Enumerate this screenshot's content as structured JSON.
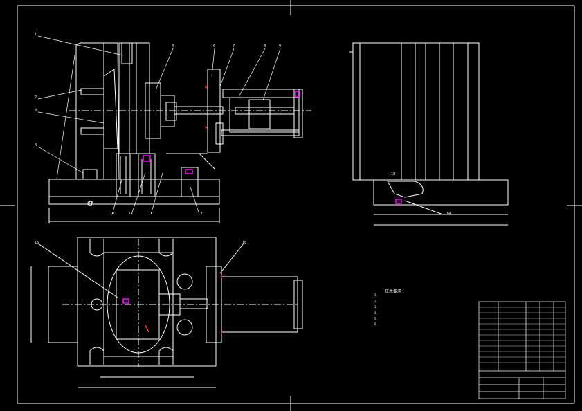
{
  "drawing": {
    "title": "",
    "notes_title": "技术要求",
    "notes": [
      "1.",
      "2.",
      "3.",
      "4.",
      "5.",
      "6."
    ]
  },
  "balloons": [
    "1",
    "2",
    "3",
    "4",
    "5",
    "6",
    "7",
    "8",
    "9",
    "10",
    "11",
    "12",
    "13",
    "14",
    "15",
    "16",
    "17",
    "18"
  ],
  "colors": {
    "line": "#ffffff",
    "accent": "#ff3333",
    "magenta": "#ff00ff",
    "background": "#000000"
  }
}
